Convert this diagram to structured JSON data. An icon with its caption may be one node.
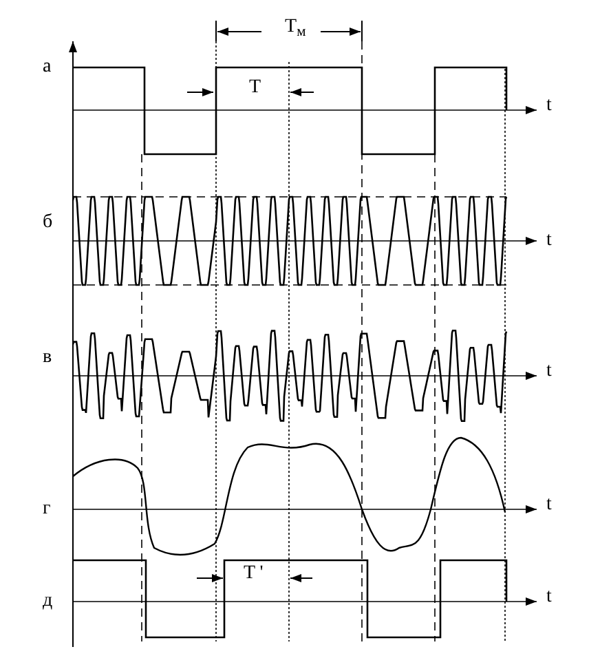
{
  "diagram": {
    "labels": [
      "T$_{м}$",
      "а",
      "T",
      "t",
      "б",
      "t",
      "в",
      "t",
      "г",
      "t",
      "T '",
      "д",
      "t"
    ]
  }
}
